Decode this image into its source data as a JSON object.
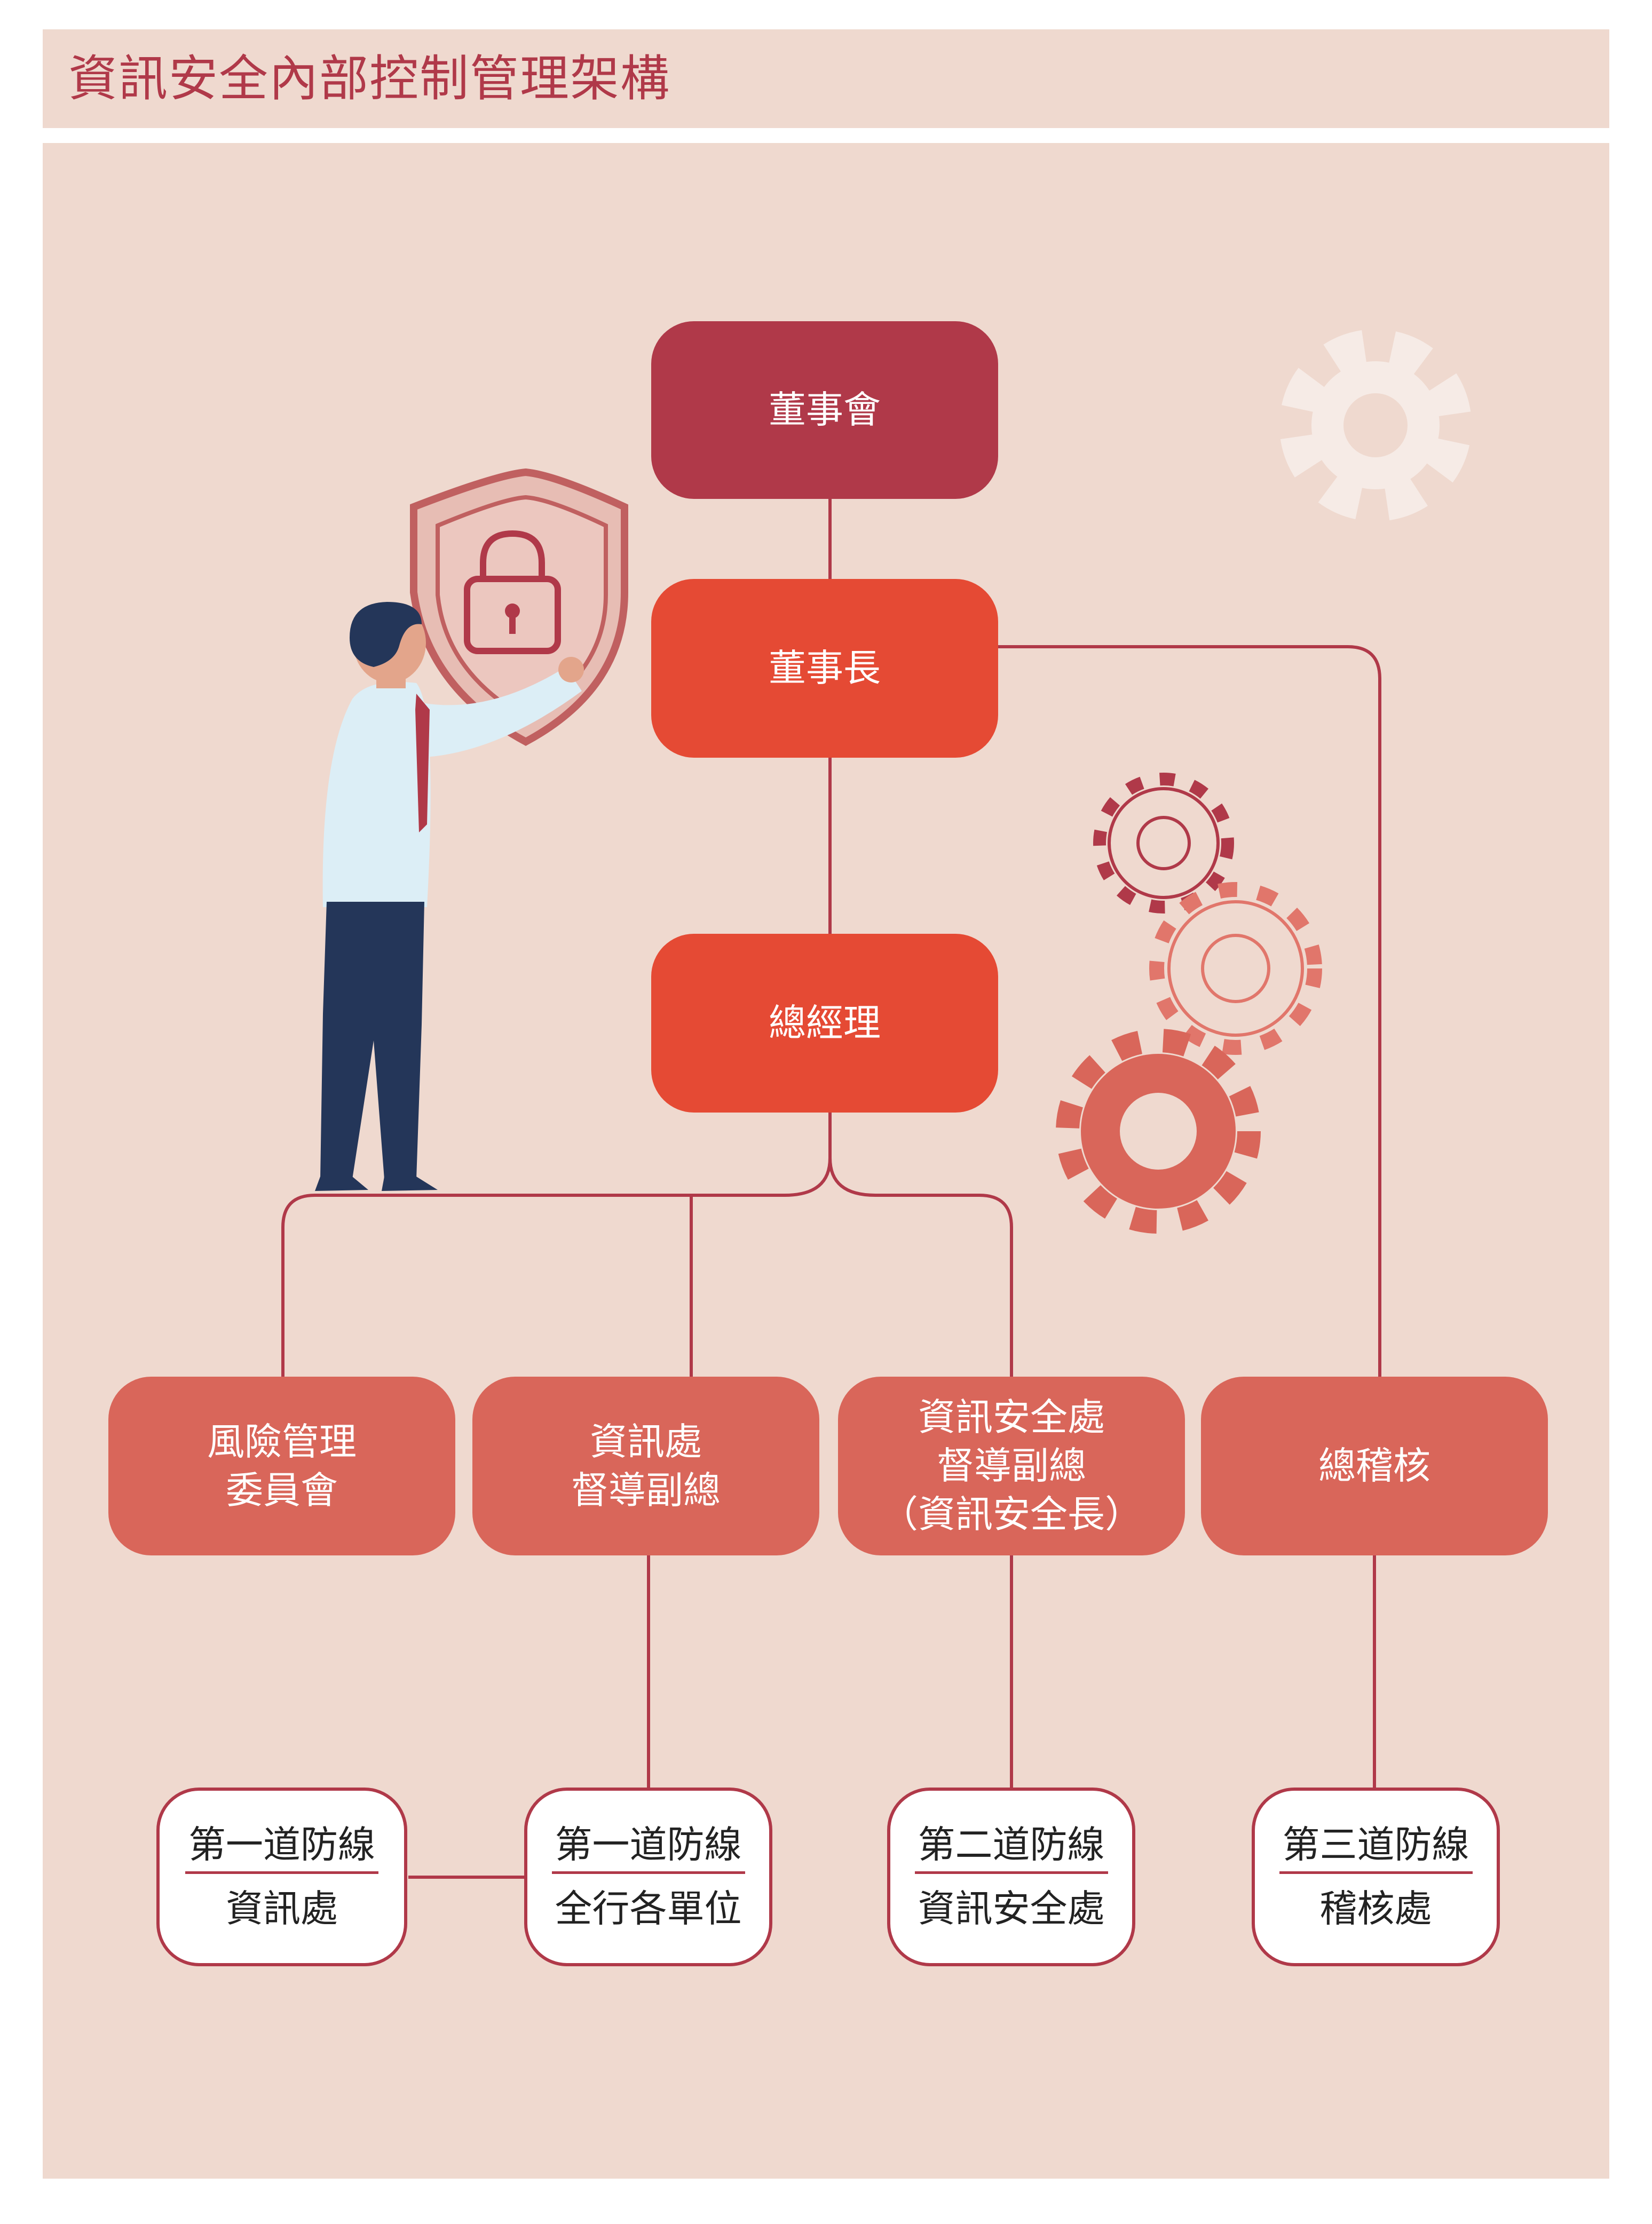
{
  "title": "資訊安全內部控制管理架構",
  "org": {
    "board": "董事會",
    "chairman": "董事長",
    "president": "總經理",
    "risk_committee": [
      "風險管理",
      "委員會"
    ],
    "it_vp": [
      "資訊處",
      "督導副總"
    ],
    "sec_vp": [
      "資訊安全處",
      "督導副總",
      "（資訊安全長）"
    ],
    "audit": "總稽核"
  },
  "defense": [
    {
      "line": "第一道防線",
      "unit": "資訊處"
    },
    {
      "line": "第一道防線",
      "unit": "全行各單位"
    },
    {
      "line": "第二道防線",
      "unit": "資訊安全處"
    },
    {
      "line": "第三道防線",
      "unit": "稽核處"
    }
  ],
  "colors": {
    "title_text": "#b03949",
    "background": "#efd9cf",
    "connector": "#b03949",
    "board": "#b03949",
    "executive": "#e54a34",
    "department": "#d9665a"
  },
  "icons": [
    "shield-lock-icon",
    "gear-icon",
    "businessman-illustration"
  ]
}
